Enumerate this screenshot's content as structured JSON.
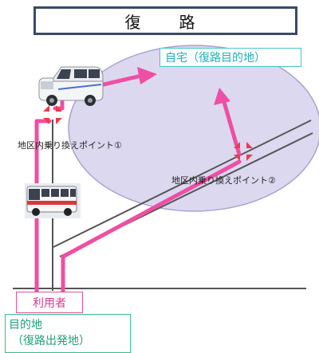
{
  "title": "復　路",
  "home_label": "自宅（復路目的地）",
  "transfer_point_1": "地区内乗り換えポイント①",
  "transfer_point_2": "地区内乗り換えポイント②",
  "user_label": "利用者",
  "destination": {
    "line1": "目的地",
    "line2": "（復路出発地）"
  },
  "colors": {
    "route": "#ee4fa3",
    "area_fill": "#dcd8f0",
    "area_stroke": "#a9a3cf",
    "road": "#555555",
    "home_text": "#1fb0b6",
    "user_text": "#d43a90",
    "dest_text": "#1fa07a"
  },
  "icons": [
    "van-icon",
    "bus-icon",
    "transfer-marker-icon"
  ]
}
